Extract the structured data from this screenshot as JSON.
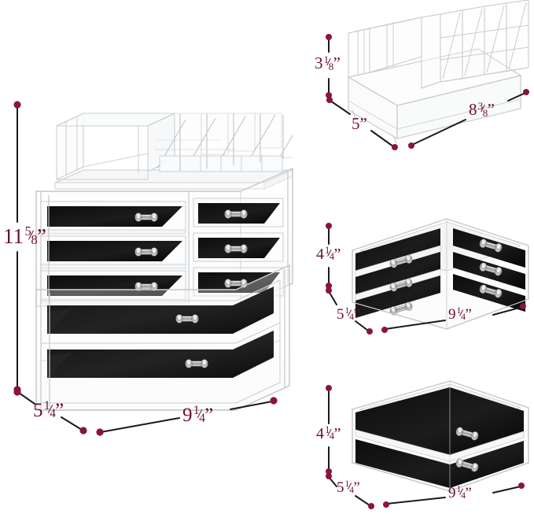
{
  "page": {
    "type": "product-dimension-diagram",
    "background_color": "#ffffff",
    "dimension_color": "#6d1028",
    "line_color": "#1a1a1a",
    "dot_color": "#8b1538",
    "product": "Acrylic Makeup Cosmetic Organizer Set"
  },
  "views": {
    "main": {
      "name": "assembled-stack",
      "dimensions": {
        "height": {
          "whole": "11",
          "num": "5",
          "den": "8",
          "unit": "”"
        },
        "depth": {
          "whole": "5",
          "num": "1",
          "den": "4",
          "unit": "”"
        },
        "width": {
          "whole": "9",
          "num": "1",
          "den": "4",
          "unit": "”"
        }
      }
    },
    "top_tray": {
      "name": "lipstick-tray-organizer",
      "dimensions": {
        "height": {
          "whole": "3",
          "num": "1",
          "den": "8",
          "unit": "”"
        },
        "depth": {
          "whole": "5",
          "num": "",
          "den": "",
          "unit": "”"
        },
        "width": {
          "whole": "8",
          "num": "3",
          "den": "8",
          "unit": "”"
        }
      }
    },
    "six_drawer": {
      "name": "six-drawer-unit",
      "dimensions": {
        "height": {
          "whole": "4",
          "num": "1",
          "den": "4",
          "unit": "”"
        },
        "depth": {
          "whole": "5",
          "num": "1",
          "den": "4",
          "unit": "”"
        },
        "width": {
          "whole": "9",
          "num": "1",
          "den": "4",
          "unit": "”"
        }
      }
    },
    "two_drawer": {
      "name": "two-drawer-unit",
      "dimensions": {
        "height": {
          "whole": "4",
          "num": "1",
          "den": "4",
          "unit": "”"
        },
        "depth": {
          "whole": "5",
          "num": "1",
          "den": "4",
          "unit": "”"
        },
        "width": {
          "whole": "9",
          "num": "1",
          "den": "4",
          "unit": "”"
        }
      }
    }
  }
}
